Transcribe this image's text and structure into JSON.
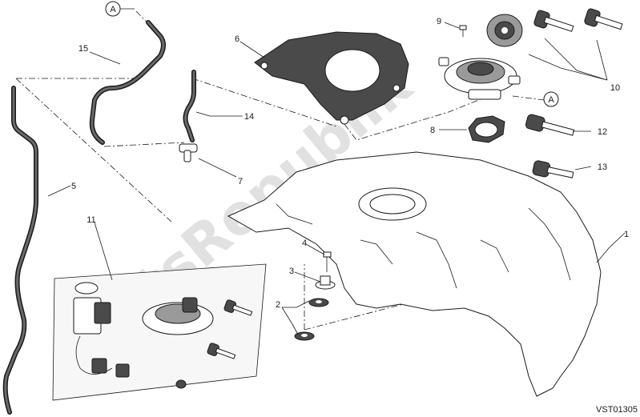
{
  "diagram": {
    "drawing_code": "VST01305",
    "watermark": "PartsRepublik",
    "reference_marker": "A",
    "callouts": [
      {
        "id": "c1",
        "label": "1"
      },
      {
        "id": "c2",
        "label": "2"
      },
      {
        "id": "c3",
        "label": "3"
      },
      {
        "id": "c4",
        "label": "4"
      },
      {
        "id": "c5",
        "label": "5"
      },
      {
        "id": "c6",
        "label": "6"
      },
      {
        "id": "c7",
        "label": "7"
      },
      {
        "id": "c8",
        "label": "8"
      },
      {
        "id": "c9",
        "label": "9"
      },
      {
        "id": "c10",
        "label": "10"
      },
      {
        "id": "c11",
        "label": "11"
      },
      {
        "id": "c12",
        "label": "12"
      },
      {
        "id": "c13",
        "label": "13"
      },
      {
        "id": "c14",
        "label": "14"
      },
      {
        "id": "c15",
        "label": "15"
      }
    ]
  }
}
